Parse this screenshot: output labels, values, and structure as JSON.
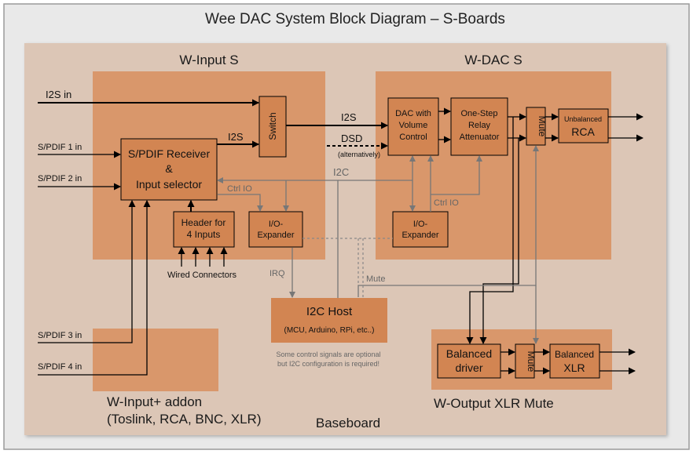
{
  "title": "Wee DAC System Block Diagram – S-Boards",
  "regions": {
    "w_input": "W-Input S",
    "w_dac": "W-DAC S",
    "baseboard": "Baseboard",
    "w_input_addon_line1": "W-Input+ addon",
    "w_input_addon_line2": "(Toslink, RCA, BNC, XLR)",
    "w_output": "W-Output XLR Mute"
  },
  "blocks": {
    "switch": "Switch",
    "spdif_receiver": [
      "S/PDIF Receiver",
      "&",
      "Input selector"
    ],
    "header": [
      "Header for",
      "4 Inputs"
    ],
    "io_expander_left": [
      "I/O-",
      "Expander"
    ],
    "dac": [
      "DAC with",
      "Volume",
      "Control"
    ],
    "attenuator": [
      "One-Step",
      "Relay",
      "Attenuator"
    ],
    "mute_top": "Mute",
    "unbalanced": [
      "Unbalanced",
      "RCA"
    ],
    "io_expander_right": [
      "I/O-",
      "Expander"
    ],
    "i2c_host_title": "I2C Host",
    "i2c_host_sub": "(MCU, Arduino, RPi, etc..)",
    "balanced_driver": [
      "Balanced",
      "driver"
    ],
    "mute_bottom": "Mute",
    "balanced_xlr": [
      "Balanced",
      "XLR"
    ]
  },
  "signals": {
    "i2s_in": "I2S in",
    "spdif1": "S/PDIF 1 in",
    "spdif2": "S/PDIF 2 in",
    "spdif3": "S/PDIF 3 in",
    "spdif4": "S/PDIF 4 in",
    "i2s_internal": "I2S",
    "i2s_dac": "I2S",
    "dsd": "DSD",
    "alternatively": "(alternatively)",
    "i2c": "I2C",
    "ctrl_io_left": "Ctrl IO",
    "ctrl_io_right": "Ctrl IO",
    "irq": "IRQ",
    "mute": "Mute",
    "wired_connectors": "Wired Connectors"
  },
  "notes": {
    "line1": "Some control signals are optional",
    "line2": "but I2C configuration is required!"
  },
  "colors": {
    "outer_bg": "#e8e8e8",
    "baseboard": "#dcc5b5",
    "board": "#d9976a",
    "block": "#d28552",
    "gray_line": "#777777"
  }
}
